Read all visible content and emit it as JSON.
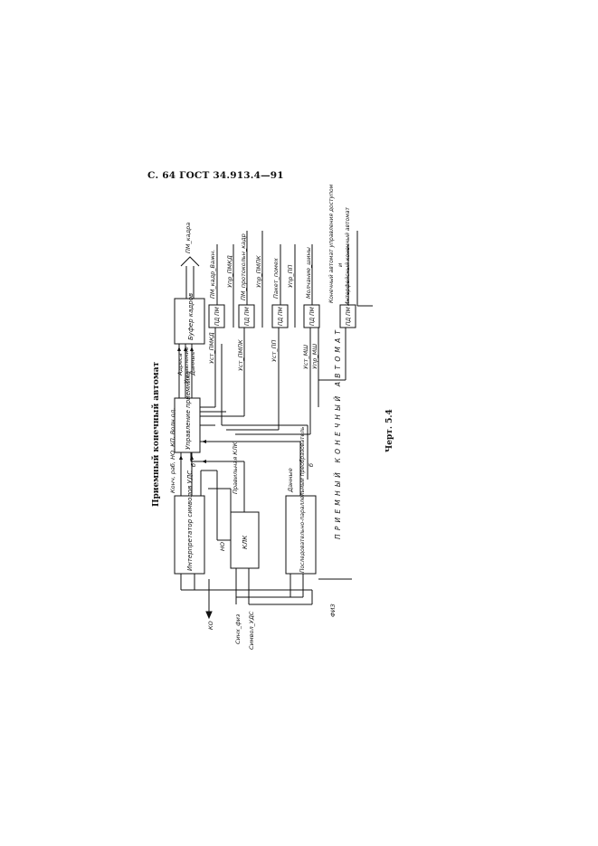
{
  "header": {
    "page_ref": "С. 64 ГОСТ 34.913.4—91"
  },
  "diagram": {
    "title": "Приемный конечный автомат",
    "blocks": {
      "interpreter": "Интерпретатор символов УДС",
      "klk": "КЛК",
      "converter": "Последовательно-параллельный преобразователь",
      "control": "Управление приемника",
      "buffer": "Буфер кадров",
      "pd1": "ПД ПМ",
      "pd2": "ПД ПМ",
      "pd3": "ПД ПМ",
      "pd4": "ПД ПМ",
      "pd5": "ПД ПМ"
    },
    "signals": {
      "top_group": "Конч, раб, НО, КП, Волн од.",
      "b1": "б",
      "b2": "б",
      "no": "НО",
      "correct": "Правильная КЛК",
      "data": "Данные",
      "ko": "КО",
      "sync": "Синх_физ",
      "symbol": "Символ_УДС",
      "fiz": "ФИЗ",
      "address": "Адреса",
      "control_sig": "Управление",
      "data_out": "Данные",
      "pm_kadra": "ПМ_кадра",
      "pm_kadr_vazhny": "ПМ_кадр_Важн.",
      "ust_pmkd": "Уст_ПМКД",
      "upr_pmkd": "Упр_ПМКД",
      "ust_pmpk": "Уст_ПМПК",
      "pm_protokol": "ПМ_протокольн_кадр",
      "upr_pmpk": "Упр_ПМПК",
      "ust_pp": "Уст_ПП",
      "paket_pomekh": "Пакет_помех",
      "upr_pp": "Упр_ПП",
      "ust_mshch": "Уст_МШ",
      "upr_mshch": "Упр_МШ",
      "molchanie": "Молчание_шины",
      "fsm_access": "Конечный автомат управления доступом",
      "and": "и",
      "fsm_interface": "Интерфейсный конечный автомат"
    },
    "bottom_label": "ПРИЕМНЫЙ КОНЕЧНЫЙ АВТОМАТ",
    "caption": "Черт. 5.4"
  }
}
